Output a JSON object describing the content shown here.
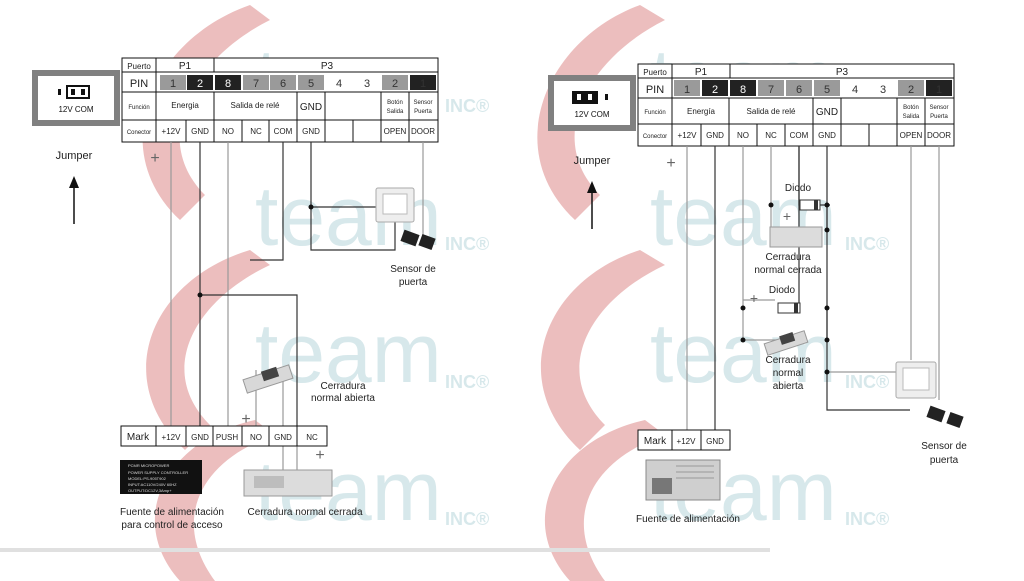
{
  "watermark": {
    "brand": "team",
    "suffix": "INC®"
  },
  "colors": {
    "watermark_red": "#e7b3b3",
    "watermark_teal": "#c6dfe3",
    "pin_dark": "#222222",
    "pin_grey": "#9a9a9a",
    "wire": "#333333",
    "wire_light": "#9a9a9a"
  },
  "left": {
    "row_labels": {
      "puerto": "Puerto",
      "pin": "PIN",
      "funcion": "Función",
      "conector": "Conector"
    },
    "ports": {
      "p1": "P1",
      "p3": "P3"
    },
    "pins": [
      "1",
      "2",
      "8",
      "7",
      "6",
      "5",
      "4",
      "3",
      "2",
      "1"
    ],
    "functions": {
      "energia": "Energia",
      "salida_rele": "Salida de relé",
      "gnd": "GND",
      "boton_l1": "Botón",
      "boton_l2": "Salida",
      "sensor_l1": "Sensor",
      "sensor_l2": "Puerta"
    },
    "connectors": [
      "+12V",
      "GND",
      "NO",
      "NC",
      "COM",
      "GND",
      "",
      "",
      "OPEN",
      "DOOR"
    ],
    "jumper_text": "12V COM",
    "jumper_label": "Jumper",
    "mark_row": [
      "Mark",
      "+12V",
      "GND",
      "PUSH",
      "NO",
      "GND",
      "NC"
    ],
    "psu_label_l1": "Fuente de alimentación",
    "psu_label_l2": "para control de acceso",
    "nc_lock_label": "Cerradura normal cerrada",
    "no_lock_l1": "Cerradura",
    "no_lock_l2": "normal abierta",
    "door_sensor_l1": "Sensor de",
    "door_sensor_l2": "puerta",
    "psu_screen": [
      "PCMR MICROPOWER",
      "POWER SUPPLY CONTROLLER",
      "MODEL:PS-905T902",
      "INPUT:AC110V/240V 60HZ",
      "OUTPUT:DC12V,3Amp+"
    ]
  },
  "right": {
    "row_labels": {
      "puerto": "Puerto",
      "pin": "PIN",
      "funcion": "Función",
      "conector": "Conector"
    },
    "ports": {
      "p1": "P1",
      "p3": "P3"
    },
    "pins": [
      "1",
      "2",
      "8",
      "7",
      "6",
      "5",
      "4",
      "3",
      "2",
      "1"
    ],
    "functions": {
      "energia": "Energía",
      "salida_rele": "Salida de relé",
      "gnd": "GND",
      "boton_l1": "Botón",
      "boton_l2": "Salida",
      "sensor_l1": "Sensor",
      "sensor_l2": "Puerta"
    },
    "connectors": [
      "+12V",
      "GND",
      "NO",
      "NC",
      "COM",
      "GND",
      "",
      "",
      "OPEN",
      "DOOR"
    ],
    "jumper_text": "12V COM",
    "jumper_label": "Jumper",
    "mark_row": [
      "Mark",
      "+12V",
      "GND"
    ],
    "psu_label": "Fuente de alimentación",
    "diode1_label": "Diodo",
    "diode2_label": "Diodo",
    "nc_lock_l1": "Cerradura",
    "nc_lock_l2": "normal cerrada",
    "no_lock_l1": "Cerradura",
    "no_lock_l2": "normal",
    "no_lock_l3": "abierta",
    "door_sensor_l1": "Sensor de",
    "door_sensor_l2": "puerta"
  }
}
